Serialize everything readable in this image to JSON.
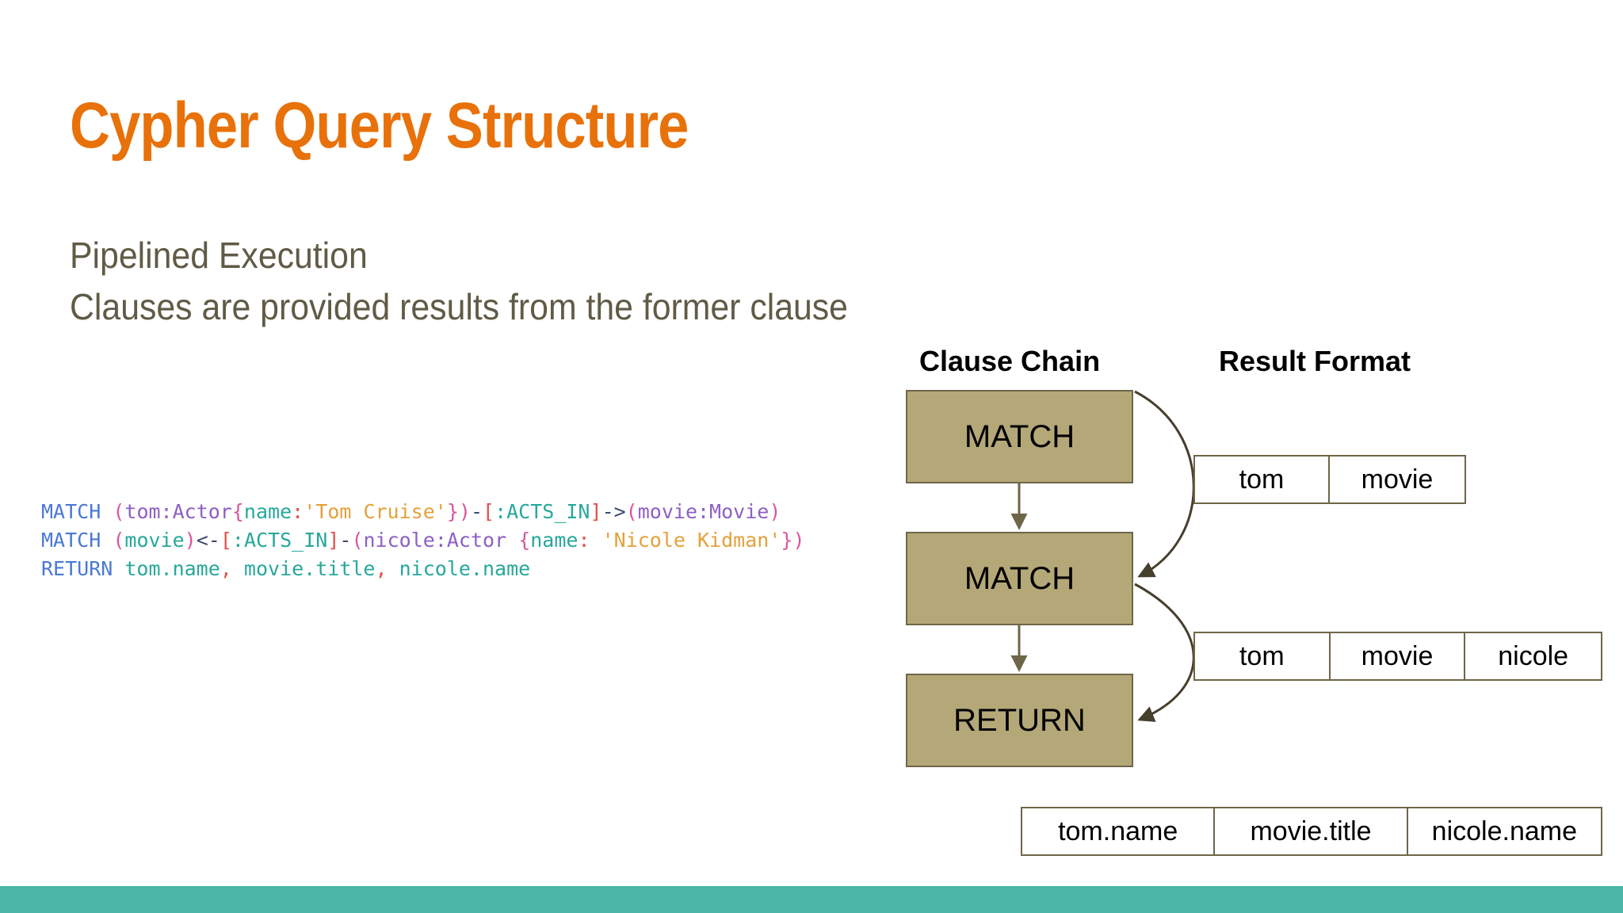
{
  "slide": {
    "title": "Cypher Query Structure",
    "body_lines": [
      "Pipelined Execution",
      "Clauses are provided results from the former clause"
    ],
    "title_color": "#E8710A",
    "body_color": "#5F5B46",
    "footer_color": "#4BB5A8",
    "box_fill": "#B5A878",
    "box_border": "#6E6648"
  },
  "code": {
    "language": "cypher",
    "lines": [
      "MATCH (tom:Actor{name:'Tom Cruise'})-[:ACTS_IN]->(movie:Movie)",
      "MATCH (movie)<-[:ACTS_IN]-(nicole:Actor {name: 'Nicole Kidman'})",
      "RETURN tom.name, movie.title, nicole.name"
    ],
    "tokens": [
      [
        {
          "t": "MATCH",
          "c": "kw"
        },
        {
          "t": " ",
          "c": "plain"
        },
        {
          "t": "(",
          "c": "paren"
        },
        {
          "t": "tom",
          "c": "var"
        },
        {
          "t": ":Actor",
          "c": "var"
        },
        {
          "t": "{",
          "c": "paren"
        },
        {
          "t": "name",
          "c": "prop"
        },
        {
          "t": ":",
          "c": "brack"
        },
        {
          "t": "'Tom Cruise'",
          "c": "str"
        },
        {
          "t": "}",
          "c": "paren"
        },
        {
          "t": ")",
          "c": "paren"
        },
        {
          "t": "-",
          "c": "arrow"
        },
        {
          "t": "[",
          "c": "brack"
        },
        {
          "t": ":ACTS_IN",
          "c": "prop"
        },
        {
          "t": "]",
          "c": "brack"
        },
        {
          "t": "->",
          "c": "arrow"
        },
        {
          "t": "(",
          "c": "paren"
        },
        {
          "t": "movie:Movie",
          "c": "var"
        },
        {
          "t": ")",
          "c": "paren"
        }
      ],
      [
        {
          "t": "MATCH",
          "c": "kw"
        },
        {
          "t": " ",
          "c": "plain"
        },
        {
          "t": "(",
          "c": "paren"
        },
        {
          "t": "movie",
          "c": "green"
        },
        {
          "t": ")",
          "c": "paren"
        },
        {
          "t": "<-",
          "c": "arrow"
        },
        {
          "t": "[",
          "c": "brack"
        },
        {
          "t": ":ACTS_IN",
          "c": "prop"
        },
        {
          "t": "]",
          "c": "brack"
        },
        {
          "t": "-",
          "c": "arrow"
        },
        {
          "t": "(",
          "c": "paren"
        },
        {
          "t": "nicole",
          "c": "var"
        },
        {
          "t": ":Actor",
          "c": "var"
        },
        {
          "t": " ",
          "c": "plain"
        },
        {
          "t": "{",
          "c": "paren"
        },
        {
          "t": "name",
          "c": "prop"
        },
        {
          "t": ":",
          "c": "brack"
        },
        {
          "t": " ",
          "c": "plain"
        },
        {
          "t": "'Nicole Kidman'",
          "c": "str"
        },
        {
          "t": "}",
          "c": "paren"
        },
        {
          "t": ")",
          "c": "paren"
        }
      ],
      [
        {
          "t": "RETURN",
          "c": "kw"
        },
        {
          "t": " ",
          "c": "plain"
        },
        {
          "t": "tom.name",
          "c": "prop"
        },
        {
          "t": ",",
          "c": "brack"
        },
        {
          "t": " ",
          "c": "plain"
        },
        {
          "t": "movie.title",
          "c": "prop"
        },
        {
          "t": ",",
          "c": "brack"
        },
        {
          "t": " ",
          "c": "plain"
        },
        {
          "t": "nicole.name",
          "c": "prop"
        }
      ]
    ]
  },
  "diagram": {
    "headers": {
      "clause_chain": "Clause Chain",
      "result_format": "Result Format"
    },
    "clause_boxes": [
      {
        "label": "MATCH"
      },
      {
        "label": "MATCH"
      },
      {
        "label": "RETURN"
      }
    ],
    "result_tables": [
      {
        "cells": [
          "tom",
          "movie"
        ]
      },
      {
        "cells": [
          "tom",
          "movie",
          "nicole"
        ]
      },
      {
        "cells": [
          "tom.name",
          "movie.title",
          "nicole.name"
        ]
      }
    ]
  }
}
